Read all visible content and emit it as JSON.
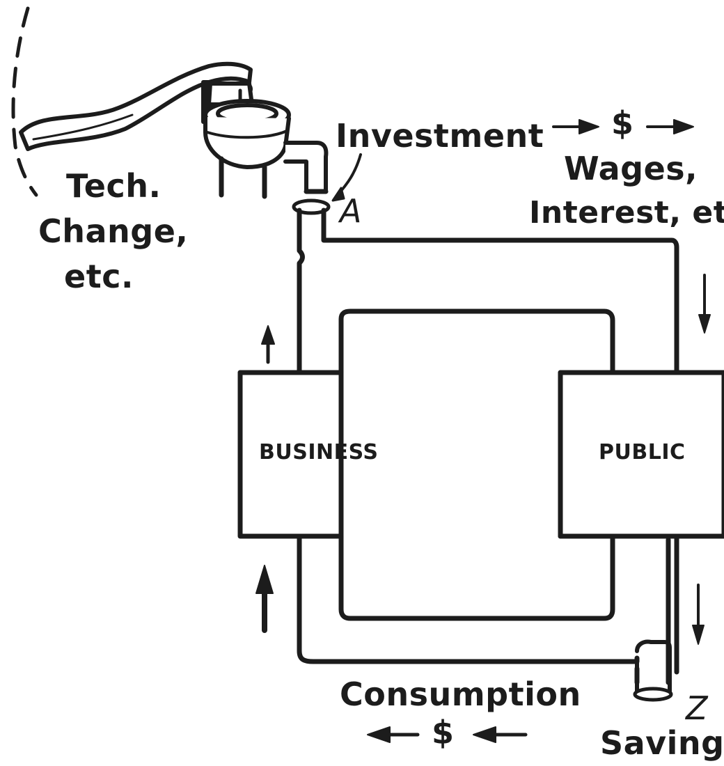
{
  "labels": {
    "tech_change_line1": "Tech.",
    "tech_change_line2": "Change,",
    "tech_change_line3": "etc.",
    "investment": "Investment",
    "point_a": "A",
    "dollar_top": "$",
    "wages_line1": "Wages,",
    "wages_line2": "Interest, etc.",
    "business": "BUSINESS",
    "public": "PUBLIC",
    "consumption": "Consumption",
    "dollar_bottom": "$",
    "point_z": "Z",
    "saving": "Saving"
  },
  "colors": {
    "ink": "#1c1c1c",
    "paper": "#ffffff"
  },
  "icons": {
    "pump": "hand-pump-icon",
    "flow_arrows": "arrow-icon"
  }
}
